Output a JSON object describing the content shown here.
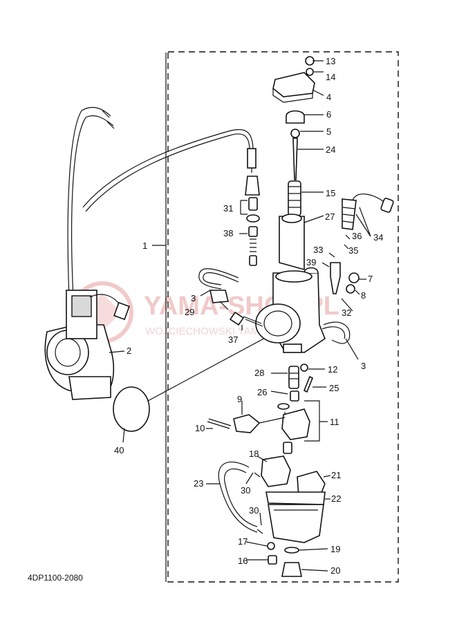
{
  "document_code": "4DP1100-2080",
  "watermark": {
    "title": "YAMA-SHOP.PL",
    "subtitle": "WOJCIECHOWSKI YAMAHA"
  },
  "callouts": [
    {
      "id": "c1",
      "text": "1"
    },
    {
      "id": "c2",
      "text": "2"
    },
    {
      "id": "c3a",
      "text": "3"
    },
    {
      "id": "c3b",
      "text": "3"
    },
    {
      "id": "c4",
      "text": "4"
    },
    {
      "id": "c5",
      "text": "5"
    },
    {
      "id": "c6",
      "text": "6"
    },
    {
      "id": "c7",
      "text": "7"
    },
    {
      "id": "c8",
      "text": "8"
    },
    {
      "id": "c9",
      "text": "9"
    },
    {
      "id": "c10",
      "text": "10"
    },
    {
      "id": "c11",
      "text": "11"
    },
    {
      "id": "c12",
      "text": "12"
    },
    {
      "id": "c13",
      "text": "13"
    },
    {
      "id": "c14",
      "text": "14"
    },
    {
      "id": "c15",
      "text": "15"
    },
    {
      "id": "c16",
      "text": "16"
    },
    {
      "id": "c17",
      "text": "17"
    },
    {
      "id": "c18",
      "text": "18"
    },
    {
      "id": "c19",
      "text": "19"
    },
    {
      "id": "c20",
      "text": "20"
    },
    {
      "id": "c21",
      "text": "21"
    },
    {
      "id": "c22",
      "text": "22"
    },
    {
      "id": "c23",
      "text": "23"
    },
    {
      "id": "c24",
      "text": "24"
    },
    {
      "id": "c25",
      "text": "25"
    },
    {
      "id": "c26",
      "text": "26"
    },
    {
      "id": "c27",
      "text": "27"
    },
    {
      "id": "c28",
      "text": "28"
    },
    {
      "id": "c29",
      "text": "29"
    },
    {
      "id": "c30a",
      "text": "30"
    },
    {
      "id": "c30b",
      "text": "30"
    },
    {
      "id": "c31",
      "text": "31"
    },
    {
      "id": "c32",
      "text": "32"
    },
    {
      "id": "c33",
      "text": "33"
    },
    {
      "id": "c34",
      "text": "34"
    },
    {
      "id": "c35",
      "text": "35"
    },
    {
      "id": "c36",
      "text": "36"
    },
    {
      "id": "c37",
      "text": "37"
    },
    {
      "id": "c38",
      "text": "38"
    },
    {
      "id": "c39",
      "text": "39"
    },
    {
      "id": "c40",
      "text": "40"
    }
  ]
}
